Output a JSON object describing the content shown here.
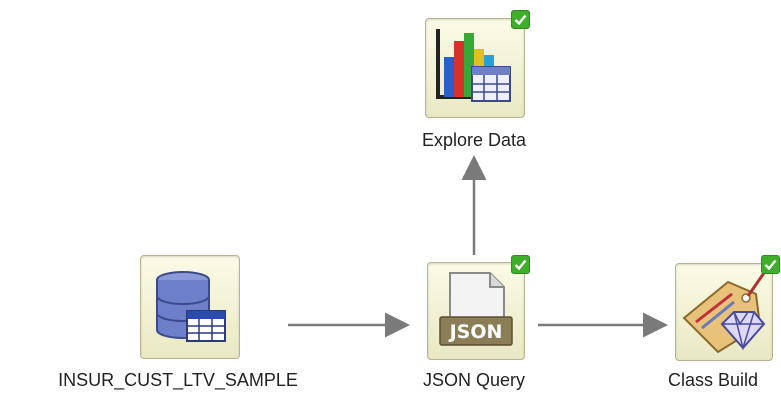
{
  "workflow": {
    "nodes": [
      {
        "id": "insur",
        "label": "INSUR_CUST_LTV_SAMPLE",
        "icon": "database-table-icon",
        "status": "none"
      },
      {
        "id": "json",
        "label": "JSON Query",
        "icon": "json-document-icon",
        "status": "ok"
      },
      {
        "id": "explore",
        "label": "Explore Data",
        "icon": "bar-chart-table-icon",
        "status": "ok"
      },
      {
        "id": "class",
        "label": "Class Build",
        "icon": "tag-diamond-icon",
        "status": "ok"
      }
    ]
  },
  "colors": {
    "node_fill_top": "#fbfbe7",
    "node_fill_bottom": "#e9e8c4",
    "node_border": "#b7b48f",
    "connector": "#7a7a7a",
    "status_ok": "#3fae2a"
  }
}
